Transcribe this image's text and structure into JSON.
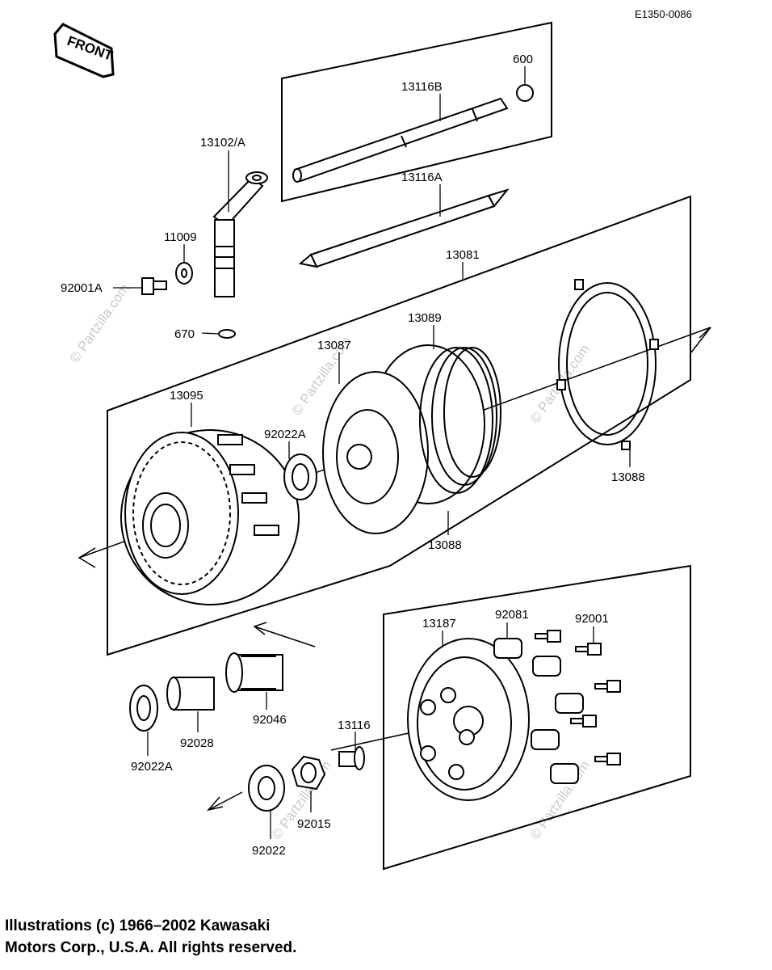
{
  "diagram_code": "E1350-0086",
  "front_badge": "FRONT",
  "watermark": "© Partzilla.com",
  "parts": {
    "p600": "600",
    "p13116B": "13116B",
    "p13102A": "13102/A",
    "p13116A": "13116A",
    "p11009": "11009",
    "p92001A": "92001A",
    "p13081": "13081",
    "p13089": "13089",
    "p670": "670",
    "p13087": "13087",
    "p13095": "13095",
    "p92022A_top": "92022A",
    "p13088_right": "13088",
    "p13088_mid": "13088",
    "p92081": "92081",
    "p92001": "92001",
    "p13187": "13187",
    "p92046": "92046",
    "p92028": "92028",
    "p92022A_bottom": "92022A",
    "p13116": "13116",
    "p92015": "92015",
    "p92022": "92022"
  },
  "copyright": {
    "line1": "Illustrations (c) 1966–2002 Kawasaki",
    "line2": "Motors Corp., U.S.A.  All rights reserved."
  }
}
